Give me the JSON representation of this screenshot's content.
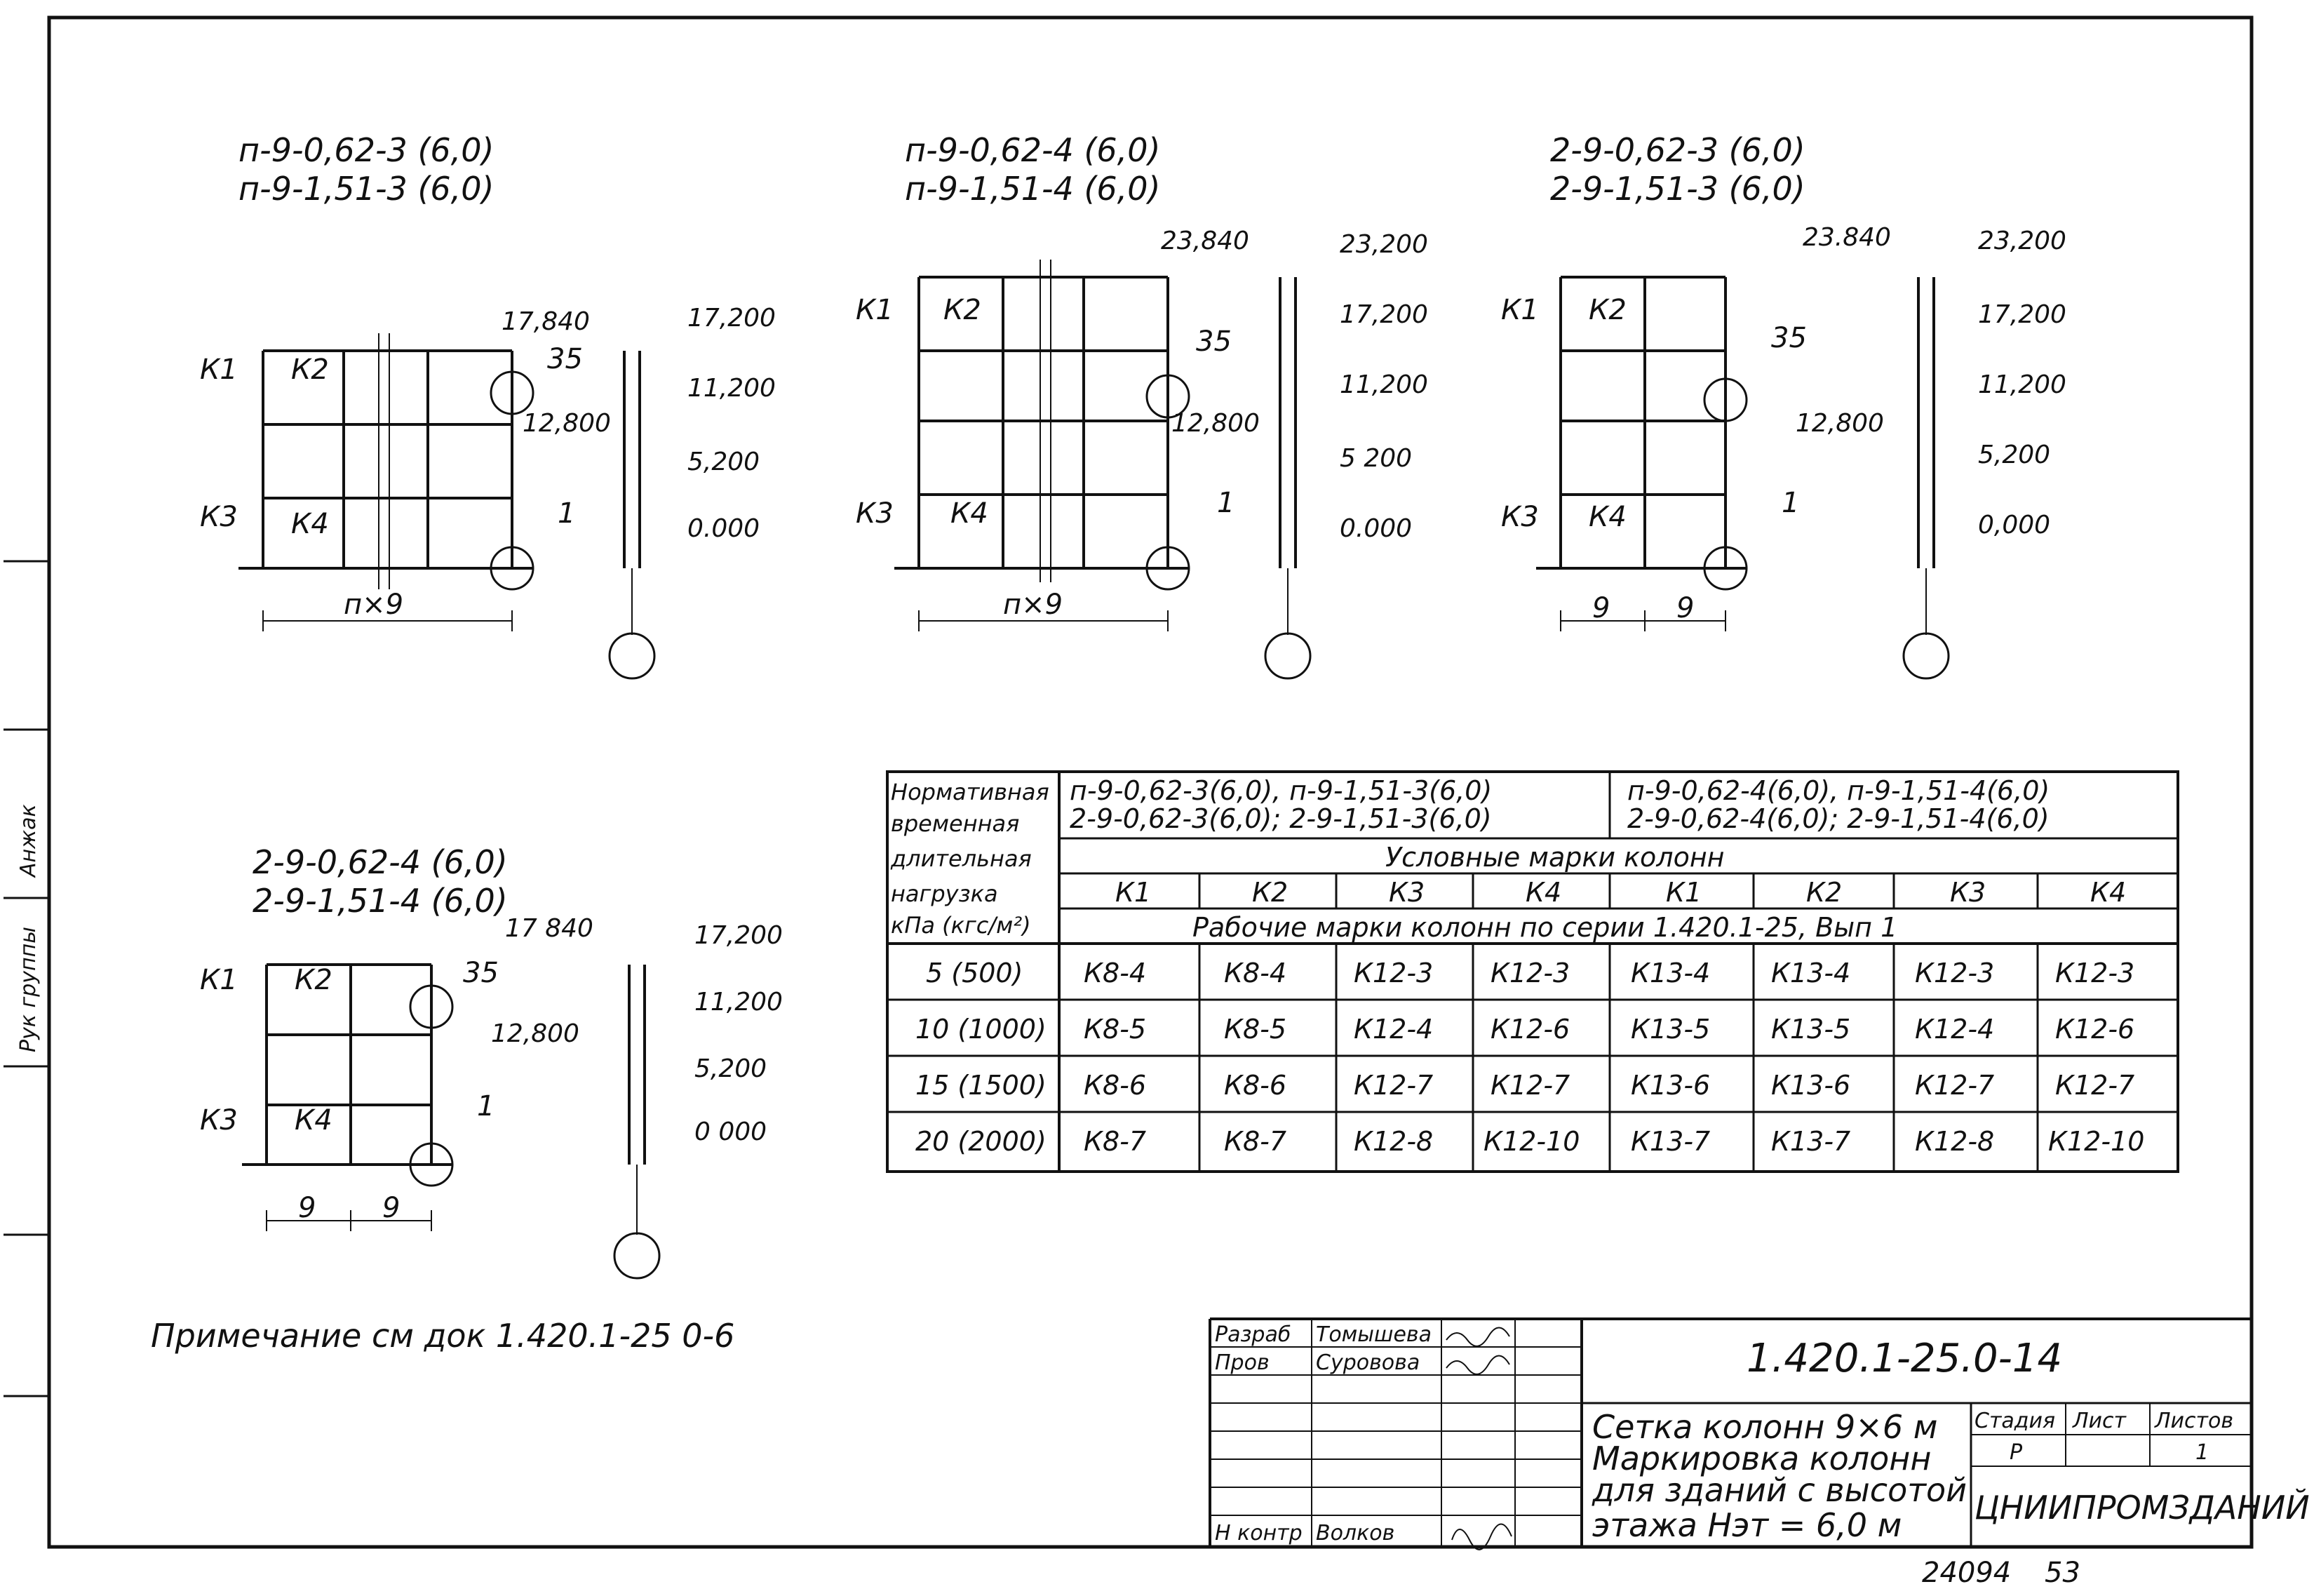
{
  "diagrams": [
    {
      "title1": "п-9-0,62-3 (6,0)",
      "title2": "п-9-1,51-3 (6,0)",
      "k1": "К1",
      "k2": "К2",
      "k3": "К3",
      "k4": "К4",
      "node_a": "35",
      "node_b": "1",
      "dim": "п×9",
      "elev_top": "17,840",
      "elev_mid": "12,800",
      "levels": [
        "17,200",
        "11,200",
        "5,200",
        "0.000"
      ]
    },
    {
      "title1": "п-9-0,62-4 (6,0)",
      "title2": "п-9-1,51-4 (6,0)",
      "k1": "К1",
      "k2": "К2",
      "k3": "К3",
      "k4": "К4",
      "node_a": "35",
      "node_b": "1",
      "dim": "п×9",
      "elev_top": "23,840",
      "elev_mid": "12,800",
      "levels": [
        "23,200",
        "17,200",
        "11,200",
        "5 200",
        "0.000"
      ]
    },
    {
      "title1": "2-9-0,62-3 (6,0)",
      "title2": "2-9-1,51-3 (6,0)",
      "k1": "К1",
      "k2": "К2",
      "k3": "К3",
      "k4": "К4",
      "node_a": "35",
      "node_b": "1",
      "dim1": "9",
      "dim2": "9",
      "elev_top": "23.840",
      "elev_mid": "12,800",
      "levels": [
        "23,200",
        "17,200",
        "11,200",
        "5,200",
        "0,000"
      ]
    },
    {
      "title1": "2-9-0,62-4 (6,0)",
      "title2": "2-9-1,51-4 (6,0)",
      "k1": "К1",
      "k2": "К2",
      "k3": "К3",
      "k4": "К4",
      "node_a": "35",
      "node_b": "1",
      "dim1": "9",
      "dim2": "9",
      "elev_top": "17 840",
      "elev_mid": "12,800",
      "levels": [
        "17,200",
        "11,200",
        "5,200",
        "0 000"
      ]
    }
  ],
  "table": {
    "load_header": [
      "Нормативная",
      "временная",
      "длительная",
      "нагрузка",
      "кПа (кгс/м²)"
    ],
    "group1_line1": "п-9-0,62-3(6,0), п-9-1,51-3(6,0)",
    "group1_line2": "2-9-0,62-3(6,0); 2-9-1,51-3(6,0)",
    "group2_line1": "п-9-0,62-4(6,0), п-9-1,51-4(6,0)",
    "group2_line2": "2-9-0,62-4(6,0); 2-9-1,51-4(6,0)",
    "conditional_marks": "Условные марки колонн",
    "marks": [
      "К1",
      "К2",
      "К3",
      "К4",
      "К1",
      "К2",
      "К3",
      "К4"
    ],
    "working_marks": "Рабочие марки колонн по серии 1.420.1-25, Вып 1",
    "rows": [
      {
        "load": "5 (500)",
        "cells": [
          "К8-4",
          "К8-4",
          "К12-3",
          "К12-3",
          "К13-4",
          "К13-4",
          "К12-3",
          "К12-3"
        ]
      },
      {
        "load": "10 (1000)",
        "cells": [
          "К8-5",
          "К8-5",
          "К12-4",
          "К12-6",
          "К13-5",
          "К13-5",
          "К12-4",
          "К12-6"
        ]
      },
      {
        "load": "15 (1500)",
        "cells": [
          "К8-6",
          "К8-6",
          "К12-7",
          "К12-7",
          "К13-6",
          "К13-6",
          "К12-7",
          "К12-7"
        ]
      },
      {
        "load": "20 (2000)",
        "cells": [
          "К8-7",
          "К8-7",
          "К12-8",
          "К12-10",
          "К13-7",
          "К13-7",
          "К12-8",
          "К12-10"
        ]
      }
    ]
  },
  "note": "Примечание см док 1.420.1-25 0-6",
  "stamp": {
    "doc_code": "1.420.1-25.0-14",
    "role1": "Разраб",
    "name1": "Томышева",
    "role2": "Пров",
    "name2": "Суровова",
    "role3": "Н контр",
    "name3": "Волков",
    "desc_lines": [
      "Сетка колонн 9×6 м",
      "Маркировка колонн",
      "для зданий с высотой",
      "этажа Нэт = 6,0 м"
    ],
    "stage_label": "Стадия",
    "sheet_label": "Лист",
    "sheets_label": "Листов",
    "stage": "Р",
    "sheets": "1",
    "org": "ЦНИИПРОМЗДАНИЙ"
  },
  "footer": {
    "left": "24094",
    "right": "53"
  },
  "sidebar": [
    "Рук группы",
    "Анжак"
  ]
}
